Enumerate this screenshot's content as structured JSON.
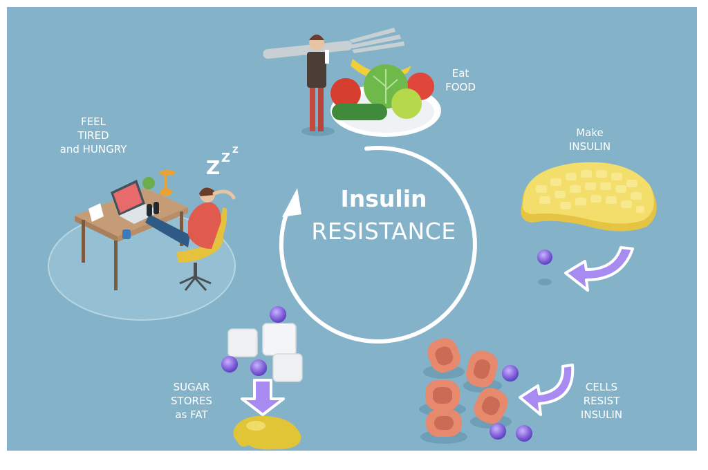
{
  "center": {
    "title_line1": "Insulin",
    "title_line2": "RESISTANCE"
  },
  "stages": [
    {
      "id": "eat-food",
      "line1": "Eat",
      "line2": "FOOD"
    },
    {
      "id": "make-insulin",
      "line1": "Make",
      "line2": "INSULIN"
    },
    {
      "id": "cells-resist",
      "line1": "CELLS",
      "line2": "RESIST",
      "line3": "INSULIN"
    },
    {
      "id": "sugar-stores",
      "line1": "SUGAR",
      "line2": "STORES",
      "line3": "as FAT"
    },
    {
      "id": "feel-tired",
      "line1": "FEEL",
      "line2": "TIRED",
      "line3": "and HUNGRY"
    }
  ],
  "sleep": {
    "z1": "Z",
    "z2": "Z",
    "z3": "Z"
  },
  "colors": {
    "background": "#84b3c9",
    "insulin_purple": "#9b7fe0",
    "pancreas_yellow": "#f0d65a",
    "cell_orange": "#e7896d",
    "white": "#ffffff"
  }
}
